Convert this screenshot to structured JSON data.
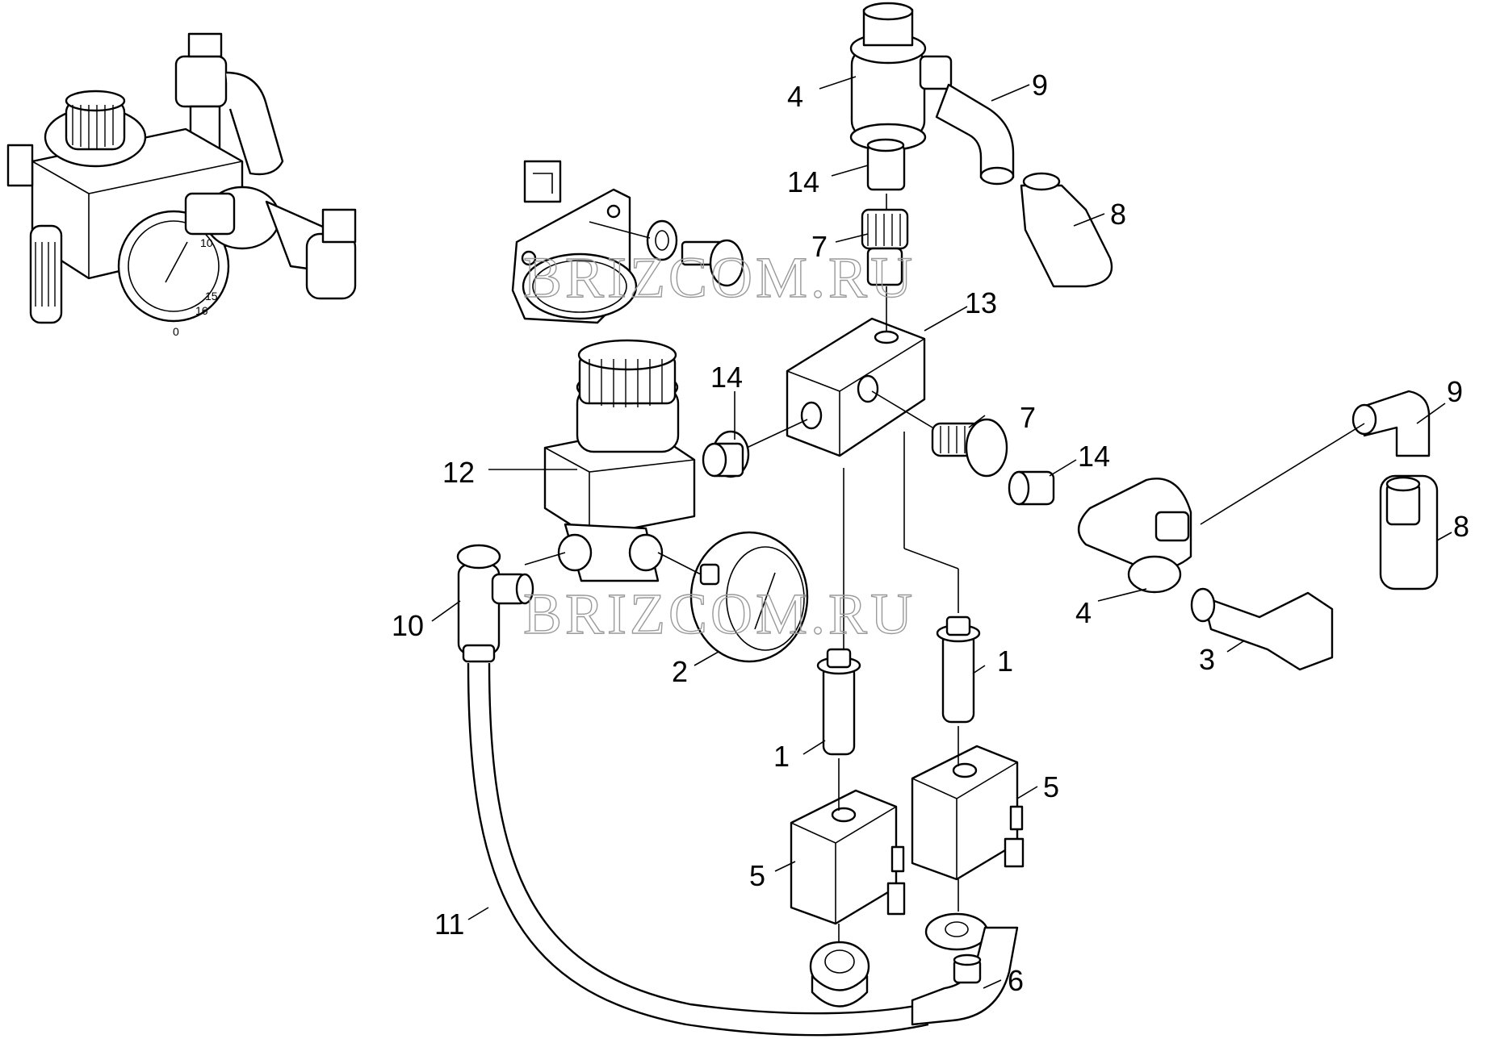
{
  "watermark": "BRIZCOM.RU",
  "callouts": {
    "c1a": "1",
    "c1b": "1",
    "c2": "2",
    "c3": "3",
    "c4a": "4",
    "c4b": "4",
    "c5a": "5",
    "c5b": "5",
    "c6": "6",
    "c7a": "7",
    "c7b": "7",
    "c8a": "8",
    "c8b": "8",
    "c9a": "9",
    "c9b": "9",
    "c10": "10",
    "c11": "11",
    "c12": "12",
    "c13": "13",
    "c14a": "14",
    "c14b": "14",
    "c14c": "14"
  },
  "gauge_scale": {
    "g10": "10",
    "g15": "15",
    "g16": "16",
    "g0": "0"
  }
}
